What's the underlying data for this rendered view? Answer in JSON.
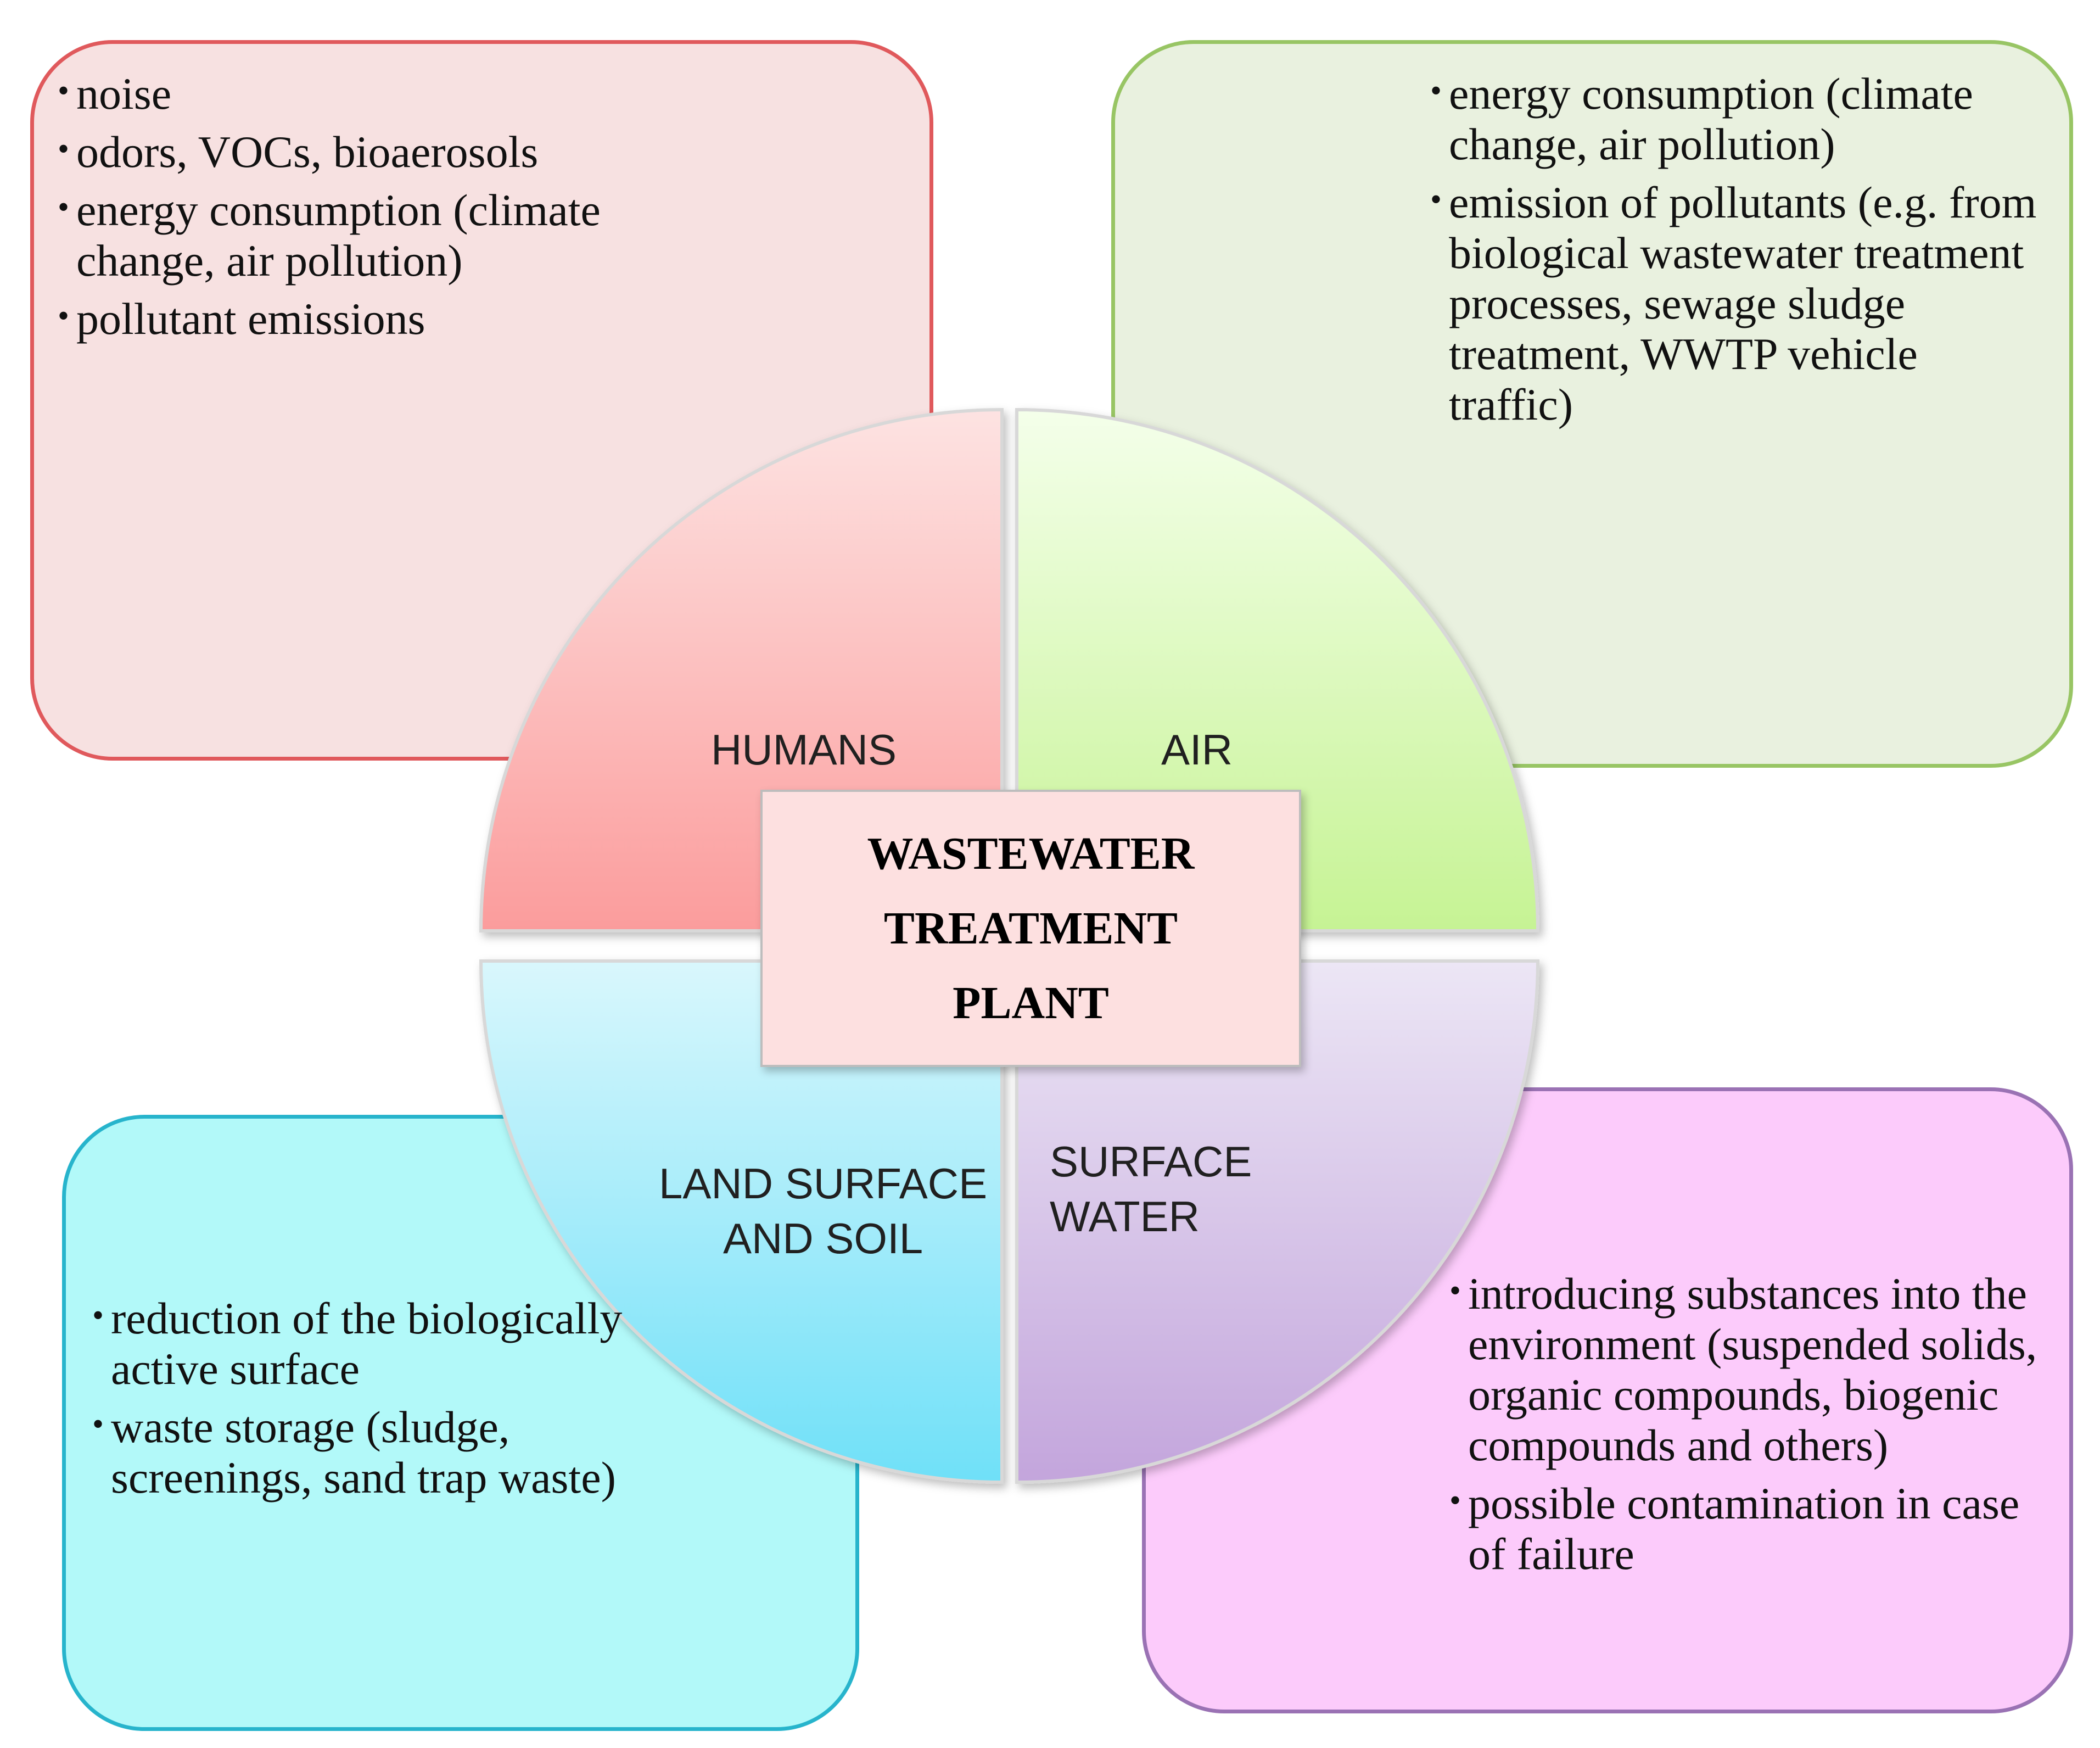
{
  "center": {
    "lines": [
      "WASTEWATER",
      "TREATMENT",
      "PLANT"
    ]
  },
  "quadrants": {
    "humans": {
      "label": [
        "HUMANS"
      ]
    },
    "air": {
      "label": [
        "AIR"
      ]
    },
    "land": {
      "label": [
        "LAND SURFACE",
        "AND SOIL"
      ]
    },
    "water": {
      "label": [
        "SURFACE",
        "WATER"
      ]
    }
  },
  "boxes": {
    "humans": {
      "items": [
        "noise",
        "odors, VOCs, bioaerosols",
        "energy consumption (climate change, air pollution)",
        "pollutant emissions"
      ]
    },
    "air": {
      "items": [
        "energy consumption (climate change, air pollution)",
        "emission of pollutants (e.g. from biological wastewater treatment processes, sewage sludge treatment, WWTP vehicle traffic)"
      ]
    },
    "land": {
      "items": [
        "reduction of the biologically active surface",
        "waste storage (sludge, screenings, sand trap waste)"
      ]
    },
    "water": {
      "items": [
        "introducing substances into the environment (suspended solids, organic compounds, biogenic compounds and others)",
        "possible contamination in case of failure"
      ]
    }
  },
  "colors": {
    "humans_quadrant_top": "#fde3e2",
    "humans_quadrant_bottom": "#fb9c9c",
    "air_quadrant_top": "#f4ffea",
    "air_quadrant_bottom": "#c6f394",
    "land_quadrant_top": "#d9f7fc",
    "land_quadrant_bottom": "#6fe0f8",
    "water_quadrant_top": "#ece6f5",
    "water_quadrant_bottom": "#c3a5dc"
  }
}
